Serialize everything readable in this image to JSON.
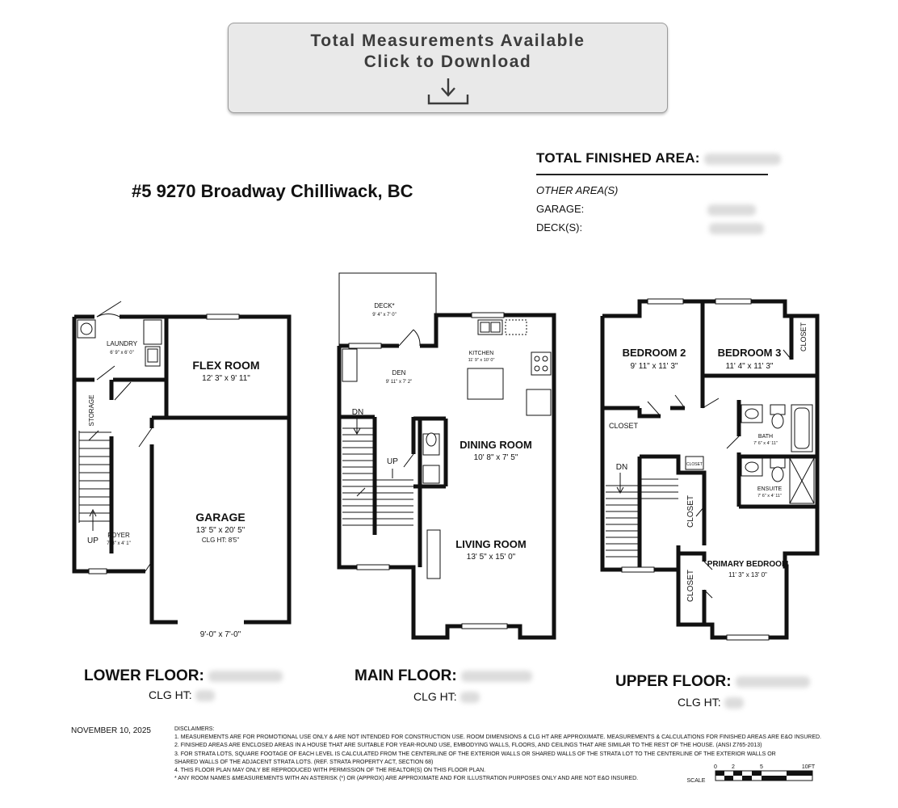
{
  "download": {
    "line1": "Total Measurements Available",
    "line2": "Click to Download",
    "icon": "download-arrow-icon"
  },
  "address": "#5 9270 Broadway Chilliwack, BC",
  "summary": {
    "total_finished_area": "TOTAL FINISHED AREA:",
    "other_areas": "OTHER AREA(S)",
    "garage": "GARAGE:",
    "decks": "DECK(S):"
  },
  "lower": {
    "title": "LOWER FLOOR:",
    "clg": "CLG HT:",
    "rooms": {
      "laundry": "LAUNDRY",
      "laundry_dim": "6' 9\" x 6' 0\"",
      "flex": "FLEX ROOM",
      "flex_dim": "12' 3\" x 9' 11\"",
      "storage": "STORAGE",
      "garage": "GARAGE",
      "garage_dim": "13' 5\" x 20' 5\"",
      "garage_clg": "CLG HT:  8'5\"",
      "foyer": "FOYER",
      "foyer_dim": "7' 8\" x 4' 1\"",
      "up": "UP",
      "door": "9'-0\" x 7'-0\""
    }
  },
  "main": {
    "title": "MAIN FLOOR:",
    "clg": "CLG HT:",
    "rooms": {
      "deck": "DECK*",
      "deck_dim": "9' 4\" x 7' 0\"",
      "kitchen": "KITCHEN",
      "kitchen_dim": "11' 9\" x 10' 0\"",
      "den": "DEN",
      "den_dim": "9' 11\" x 7' 2\"",
      "dn": "DN",
      "up": "UP",
      "dining": "DINING ROOM",
      "dining_dim": "10' 8\" x 7' 5\"",
      "living": "LIVING ROOM",
      "living_dim": "13' 5\" x 15' 0\""
    }
  },
  "upper": {
    "title": "UPPER FLOOR:",
    "clg": "CLG HT:",
    "rooms": {
      "bed2": "BEDROOM 2",
      "bed2_dim": "9' 11\" x 11' 3\"",
      "bed3": "BEDROOM 3",
      "bed3_dim": "11' 4\" x 11' 3\"",
      "closet": "CLOSET",
      "bath": "BATH",
      "bath_dim": "7' 6\" x 4' 11\"",
      "ensuite": "ENSUITE",
      "ensuite_dim": "7' 6\" x 4' 11\"",
      "dn": "DN",
      "primary": "PRIMARY BEDROOM",
      "primary_dim": "11' 3\" x 13' 0\""
    }
  },
  "date": "NOVEMBER 10, 2025",
  "disclaimers": [
    "DISCLAIMERS:",
    "1. MEASUREMENTS ARE FOR PROMOTIONAL USE ONLY & ARE NOT INTENDED FOR CONSTRUCTION USE. ROOM DIMENSIONS & CLG HT ARE APPROXIMATE. MEASUREMENTS & CALCULATIONS FOR FINISHED AREAS ARE E&O INSURED.",
    "2. FINISHED AREAS ARE ENCLOSED AREAS IN A HOUSE THAT ARE SUITABLE FOR YEAR-ROUND USE, EMBODYING WALLS, FLOORS, AND CEILINGS THAT ARE SIMILAR TO THE REST OF THE HOUSE. (ANSI Z765-2013)",
    "3. FOR STRATA LOTS, SQUARE FOOTAGE OF EACH LEVEL IS CALCULATED FROM THE CENTERLINE OF THE EXTERIOR WALLS OR SHARED WALLS OF THE STRATA LOT TO THE CENTERLINE OF THE EXTERIOR WALLS OR",
    "SHARED WALLS OF THE ADJACENT STRATA LOTS. (REF. STRATA PROPERTY ACT, SECTION 68)",
    "4. THIS FLOOR PLAN MAY ONLY BE REPRODUCED WITH PERMISSION OF THE REALTOR(S) ON THIS FLOOR PLAN.",
    "* ANY ROOM NAMES  &MEASUREMENTS WITH AN ASTERISK (*) OR (APPROX) ARE APPROXIMATE AND FOR ILLUSTRATION PURPOSES ONLY AND ARE NOT E&O INSURED."
  ],
  "scale": {
    "label": "SCALE",
    "ticks": [
      "0",
      "2",
      "5",
      "10FT"
    ]
  }
}
